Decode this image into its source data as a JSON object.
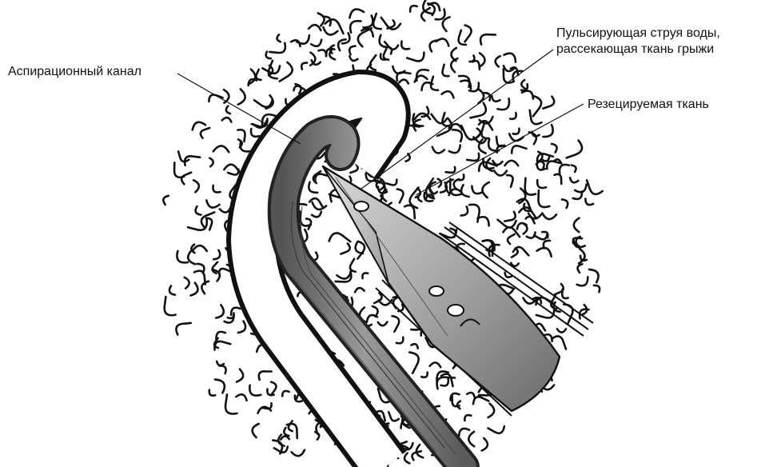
{
  "diagram": {
    "labels": {
      "aspiration_channel": "Аспирационный канал",
      "water_jet_line1": "Пульсирующая струя воды,",
      "water_jet_line2": "рассекающая ткань грыжи",
      "resected_tissue": "Резецируемая ткань"
    },
    "colors": {
      "ink": "#111111",
      "tube_fill": "#ffffff",
      "jet_light": "#c8c8c8",
      "jet_dark": "#7a7a7a",
      "channel_light": "#a8a8a8",
      "channel_dark": "#5a5a5a"
    }
  }
}
